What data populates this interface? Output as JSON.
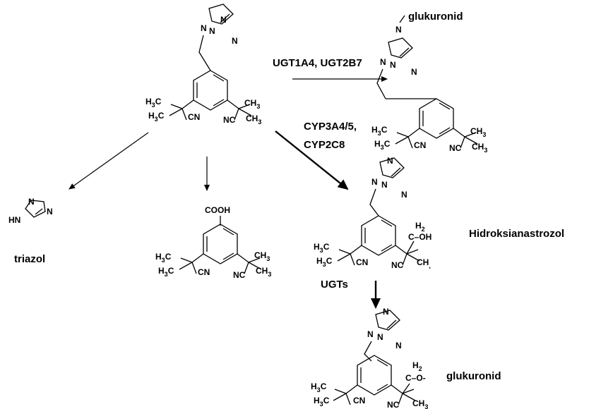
{
  "enzymes": {
    "ugt_1a4_2b7": "UGT1A4, UGT2B7",
    "cyp_line1": "CYP3A4/5,",
    "cyp_line2": "CYP2C8",
    "ugts": "UGTs"
  },
  "products": {
    "glucuronide_top": "glukuronid",
    "triazole": "triazol",
    "hydroxy": "Hidroksianastrozol",
    "glucuronide_bottom": "glukuronid"
  },
  "atoms": {
    "n": "N",
    "hn": "HN",
    "h": "H",
    "c": "C",
    "h3c": "H",
    "three": "3",
    "two": "2",
    "ch3": "CH",
    "cn": "CN",
    "nc": "NC",
    "cooh": "COOH",
    "c_oh": "C–OH",
    "c_o": "C–O-",
    "ch3_alt": "CH",
    "sub_alt": ","
  }
}
